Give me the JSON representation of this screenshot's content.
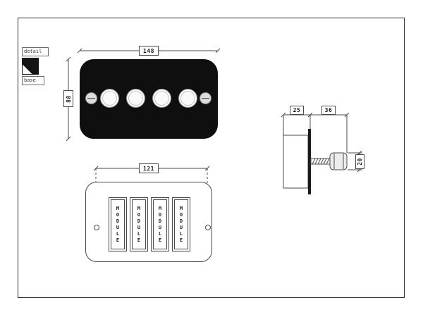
{
  "drawing": {
    "legend": {
      "detail_label": "detail",
      "base_label": "base"
    },
    "front_view": {
      "width_dim": "148",
      "height_dim": "88"
    },
    "side_view": {
      "depth_dim": "25",
      "projection_dim": "36",
      "knob_diameter_dim": "20"
    },
    "base_view": {
      "fixing_centres_dim": "121",
      "modules": [
        "MODULE",
        "MODULE",
        "MODULE",
        "MODULE"
      ]
    },
    "colors": {
      "plate": "#0f0f0f",
      "line": "#4a4a4a",
      "background": "#ffffff"
    }
  }
}
